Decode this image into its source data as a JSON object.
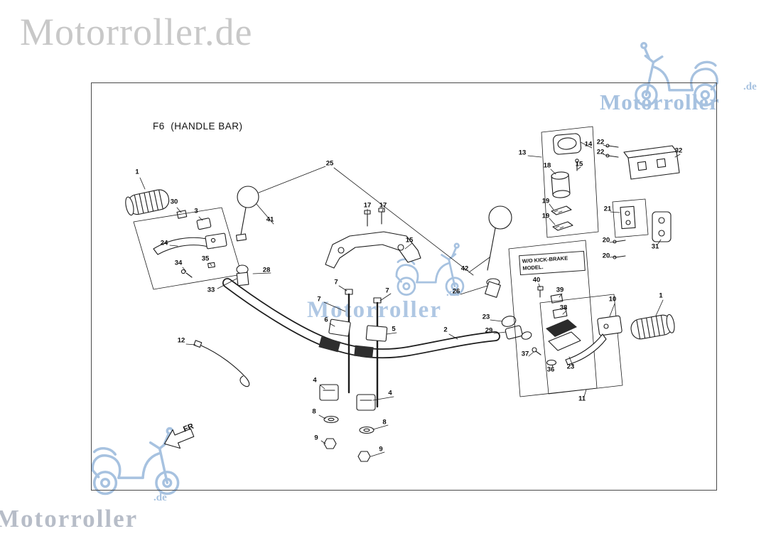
{
  "colors": {
    "wm-blue": "#a7c2e0",
    "wm-gray": "#c8c8c8",
    "wm-steel": "#b7bdc8",
    "line": "#1c1c1c"
  },
  "watermarks": {
    "brand_full": "Motorroller.de",
    "brand": "Motorroller",
    "tld": ".de"
  },
  "diagram": {
    "title": "F6  (HANDLE BAR)",
    "note_line1": "W/O KICK-BRAKE",
    "note_line2": "MODEL.",
    "direction_label": "FR"
  },
  "parts": [
    {
      "n": "1"
    },
    {
      "n": "30"
    },
    {
      "n": "3"
    },
    {
      "n": "24"
    },
    {
      "n": "34"
    },
    {
      "n": "35"
    },
    {
      "n": "33"
    },
    {
      "n": "28"
    },
    {
      "n": "41"
    },
    {
      "n": "25"
    },
    {
      "n": "17"
    },
    {
      "n": "17"
    },
    {
      "n": "15"
    },
    {
      "n": "7"
    },
    {
      "n": "7"
    },
    {
      "n": "7"
    },
    {
      "n": "6"
    },
    {
      "n": "5"
    },
    {
      "n": "2"
    },
    {
      "n": "42"
    },
    {
      "n": "26"
    },
    {
      "n": "23"
    },
    {
      "n": "29"
    },
    {
      "n": "12"
    },
    {
      "n": "4"
    },
    {
      "n": "4"
    },
    {
      "n": "8"
    },
    {
      "n": "8"
    },
    {
      "n": "9"
    },
    {
      "n": "9"
    },
    {
      "n": "13"
    },
    {
      "n": "14"
    },
    {
      "n": "22"
    },
    {
      "n": "22"
    },
    {
      "n": "15"
    },
    {
      "n": "18"
    },
    {
      "n": "19"
    },
    {
      "n": "19"
    },
    {
      "n": "21"
    },
    {
      "n": "32"
    },
    {
      "n": "31"
    },
    {
      "n": "20"
    },
    {
      "n": "20"
    },
    {
      "n": "10"
    },
    {
      "n": "1"
    },
    {
      "n": "40"
    },
    {
      "n": "39"
    },
    {
      "n": "38"
    },
    {
      "n": "37"
    },
    {
      "n": "36"
    },
    {
      "n": "23"
    },
    {
      "n": "11"
    }
  ]
}
